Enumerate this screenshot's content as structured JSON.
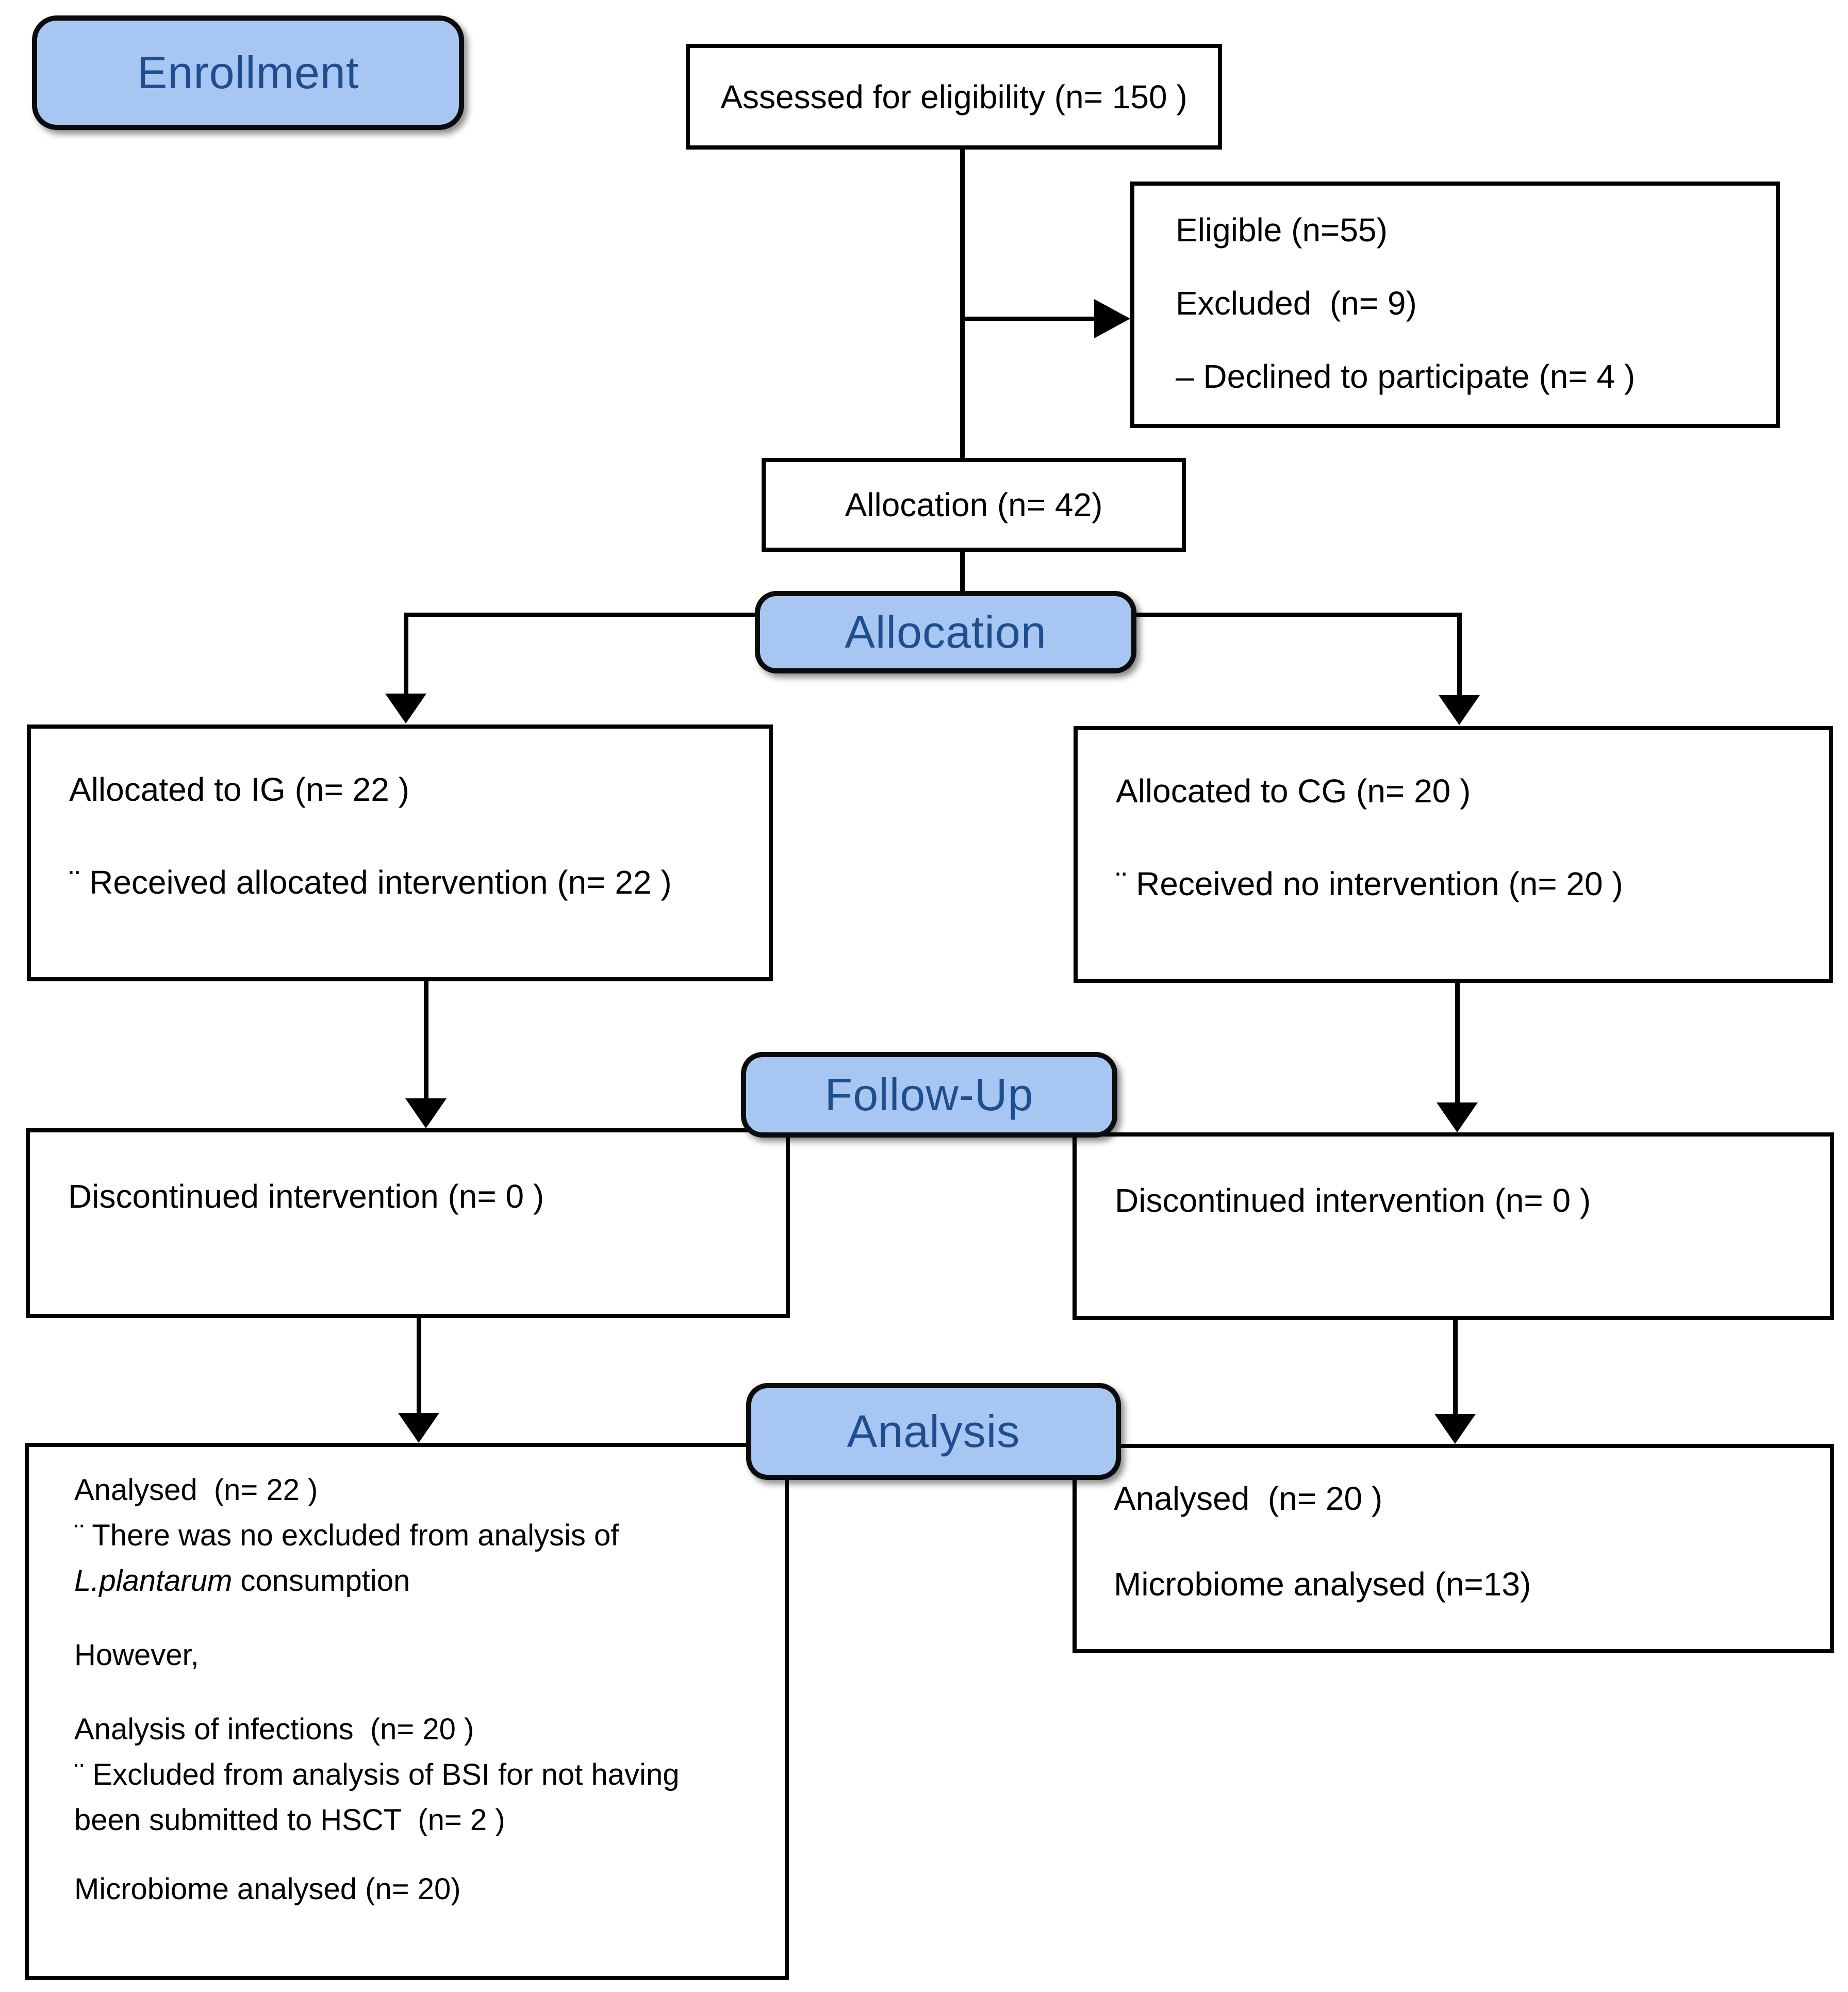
{
  "stages": {
    "enrollment": "Enrollment",
    "allocation": "Allocation",
    "follow_up": "Follow-Up",
    "analysis": "Analysis"
  },
  "colors": {
    "stage_fill": "#a7c6f2",
    "stage_text": "#1f4e8f",
    "box_border": "#000000",
    "connector": "#000000"
  },
  "boxes": {
    "assessed": {
      "text": "Assessed for eligibility (n= 150 )"
    },
    "excluded": {
      "lines": [
        "Eligible (n=55)",
        "Excluded  (n= 9)",
        "– Declined to participate (n= 4 )"
      ]
    },
    "allocation_total": {
      "text": "Allocation (n= 42)"
    },
    "intervention_group": {
      "lines": [
        "Allocated to IG (n= 22 )",
        "¨ Received allocated intervention (n= 22 )"
      ]
    },
    "control_group": {
      "lines": [
        "Allocated to CG (n= 20 )",
        "¨ Received no intervention (n= 20 )"
      ]
    },
    "followup_ig": {
      "lines": [
        "Discontinued intervention (n= 0 )"
      ]
    },
    "followup_cg": {
      "lines": [
        "Discontinued intervention (n= 0 )"
      ]
    },
    "analysis_ig": {
      "line1": "Analysed  (n= 22 )",
      "line2": "¨ There was no excluded from analysis of",
      "line3_italic": "L.plantarum",
      "line3_rest": " consumption",
      "line4": "However,",
      "line5": "Analysis of infections  (n= 20 )",
      "line6": "¨ Excluded from analysis of BSI for not having",
      "line7": "been submitted to HSCT  (n= 2 )",
      "line8": "Microbiome analysed (n= 20)"
    },
    "analysis_cg": {
      "lines": [
        "Analysed  (n= 20 )",
        "Microbiome analysed (n=13)"
      ]
    }
  }
}
